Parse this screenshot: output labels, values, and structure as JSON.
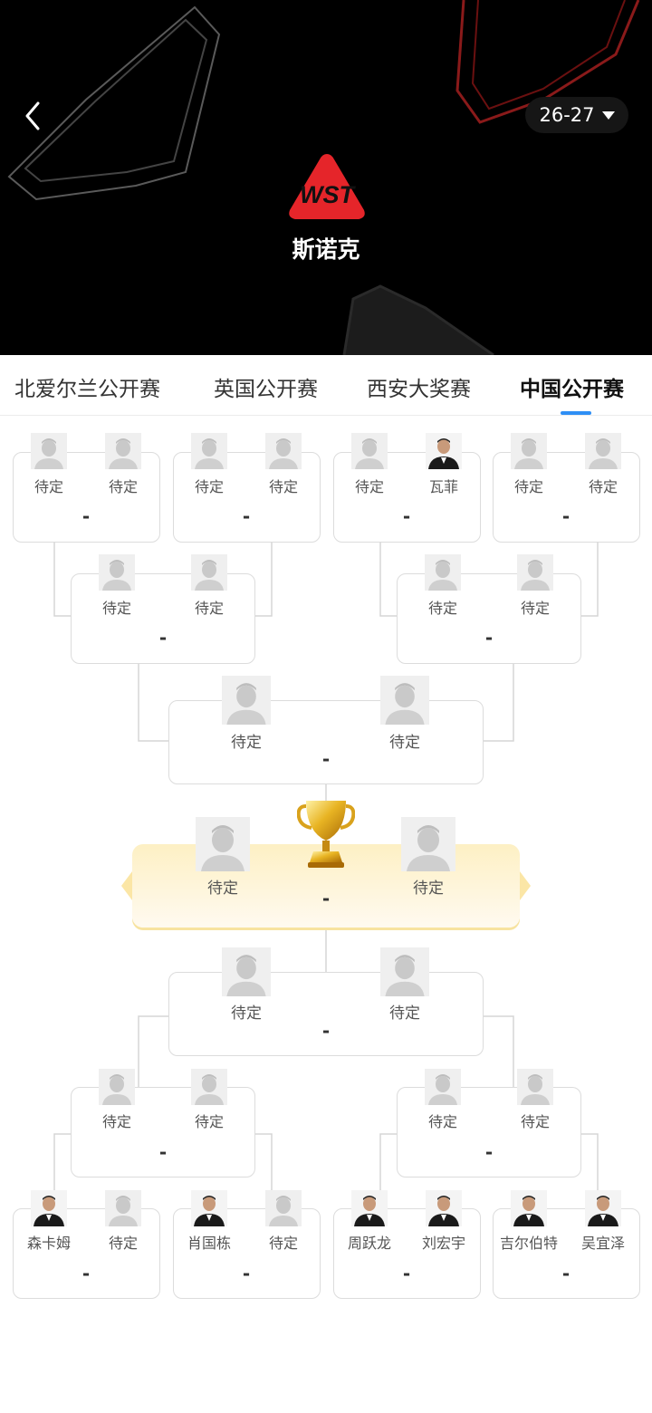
{
  "header": {
    "title": "斯诺克",
    "logo_text": "WST",
    "season": "26-27"
  },
  "tabs": [
    {
      "label": "北爱尔兰公开赛",
      "active": false
    },
    {
      "label": "英国公开赛",
      "active": false
    },
    {
      "label": "西安大奖赛",
      "active": false
    },
    {
      "label": "中国公开赛",
      "active": true
    }
  ],
  "colors": {
    "accent": "#2f8ff5",
    "logo_red": "#e5252a",
    "final_bg": "#fdf0c4"
  },
  "bracket": {
    "top_r16": [
      {
        "p1": "待定",
        "p2": "待定",
        "score": "-"
      },
      {
        "p1": "待定",
        "p2": "待定",
        "score": "-"
      },
      {
        "p1": "待定",
        "p2": "瓦菲",
        "score": "-"
      },
      {
        "p1": "待定",
        "p2": "待定",
        "score": "-"
      }
    ],
    "top_qf": [
      {
        "p1": "待定",
        "p2": "待定",
        "score": "-"
      },
      {
        "p1": "待定",
        "p2": "待定",
        "score": "-"
      }
    ],
    "top_sf": {
      "p1": "待定",
      "p2": "待定",
      "score": "-"
    },
    "final": {
      "p1": "待定",
      "p2": "待定",
      "score": "-"
    },
    "bottom_sf": {
      "p1": "待定",
      "p2": "待定",
      "score": "-"
    },
    "bottom_qf": [
      {
        "p1": "待定",
        "p2": "待定",
        "score": "-"
      },
      {
        "p1": "待定",
        "p2": "待定",
        "score": "-"
      }
    ],
    "bottom_r16": [
      {
        "p1": "森卡姆",
        "p2": "待定",
        "score": "-"
      },
      {
        "p1": "肖国栋",
        "p2": "待定",
        "score": "-"
      },
      {
        "p1": "周跃龙",
        "p2": "刘宏宇",
        "score": "-"
      },
      {
        "p1": "吉尔伯特",
        "p2": "吴宜泽",
        "score": "-"
      }
    ]
  }
}
